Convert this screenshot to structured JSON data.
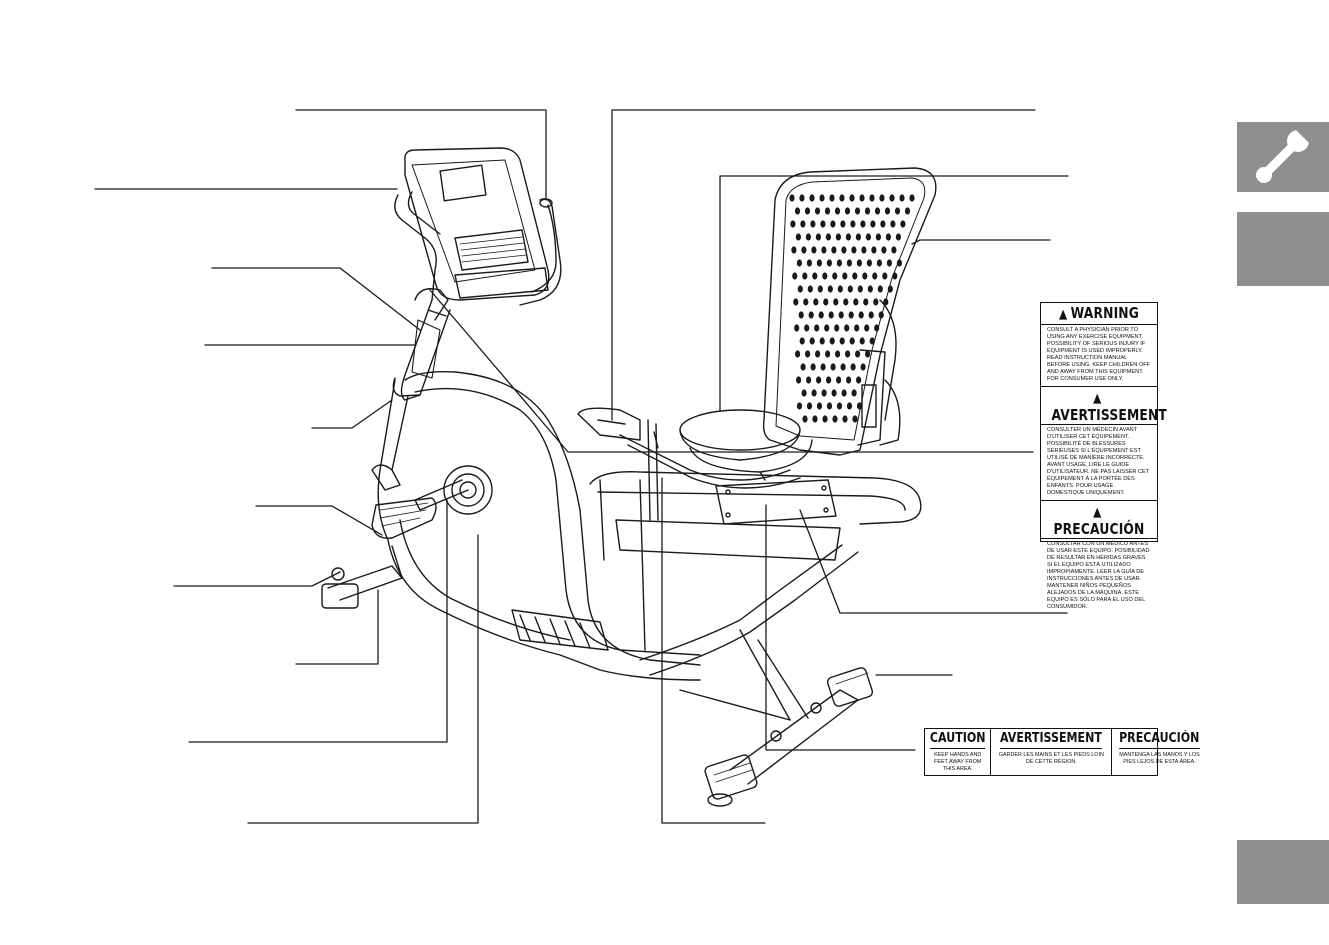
{
  "warning_label": {
    "sections": [
      {
        "heading": "WARNING",
        "text": "CONSULT A PHYSICIAN PRIOR TO USING ANY EXERCISE EQUIPMENT. POSSIBILITY OF SERIOUS INJURY IF EQUIPMENT IS USED IMPROPERLY. READ INSTRUCTION MANUAL BEFORE USING. KEEP CHILDREN OFF AND AWAY FROM THIS EQUIPMENT. FOR CONSUMER USE ONLY."
      },
      {
        "heading": "AVERTISSEMENT",
        "text": "CONSULTER UN MÉDECIN AVANT D'UTILISER CET ÉQUIPEMENT. POSSIBILITÉ DE BLESSURES SÉRIEUSES SI L'ÉQUIPEMENT EST UTILISÉ DE MANIÈRE INCORRECTE. AVANT USAGE, LIRE LE GUIDE D'UTILISATEUR. NE PAS LAISSER CET ÉQUIPEMENT À LA PORTÉE DES ENFANTS. POUR USAGE DOMESTIQUE UNIQUEMENT."
      },
      {
        "heading": "PRECAUCIÓN",
        "text": "CONSULTAR CON UN MÉDICO ANTES DE USAR ESTE EQUIPO. POSIBILIDAD DE RESULTAR EN HERIDAS GRAVES SI EL EQUIPO ESTÁ UTILIZADO IMPROPIAMENTE. LEER LA GUÍA DE INSTRUCCIONES ANTES DE USAR. MANTENER NIÑOS PEQUEÑOS ALEJADOS DE LA MÁQUINA. ESTE EQUIPO ES SÓLO PARA EL USO DEL CONSUMIDOR."
      }
    ]
  },
  "caution_label": {
    "columns": [
      {
        "heading": "CAUTION",
        "text": "KEEP HANDS AND FEET AWAY FROM THIS AREA."
      },
      {
        "heading": "AVERTISSEMENT",
        "text": "GARDER LES MAINS ET LES PIEDS LOIN DE CETTE RÉGION."
      },
      {
        "heading": "PRECAUCIÓN",
        "text": "MANTENGA LAS MANOS Y LOS PIES LEJOS DE ESTA ÁREA."
      }
    ]
  },
  "side_tabs": [
    {
      "icon": "wrench-icon",
      "color": "#8f8f8f"
    },
    {
      "icon": "",
      "color": "#8f8f8f"
    },
    {
      "icon": "",
      "color": "#8f8f8f"
    }
  ],
  "colors": {
    "line": "#1a1a1a",
    "tab_gray": "#8f8f8f"
  }
}
